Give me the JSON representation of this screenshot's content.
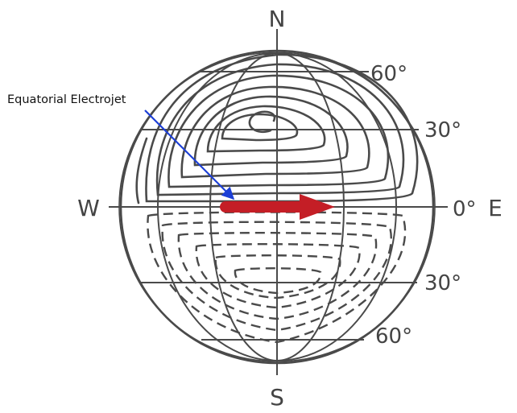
{
  "annotation": {
    "text": "Equatorial Electrojet"
  },
  "compass": {
    "north": "N",
    "south": "S",
    "west": "W",
    "east": "E"
  },
  "latitudes": {
    "north_60": "60°",
    "north_30": "30°",
    "equator": "0°",
    "south_30": "30°",
    "south_60": "60°"
  },
  "colors": {
    "line": "#4a4a4a",
    "arrow": "#c41e26",
    "pointer": "#1c3fd6"
  }
}
